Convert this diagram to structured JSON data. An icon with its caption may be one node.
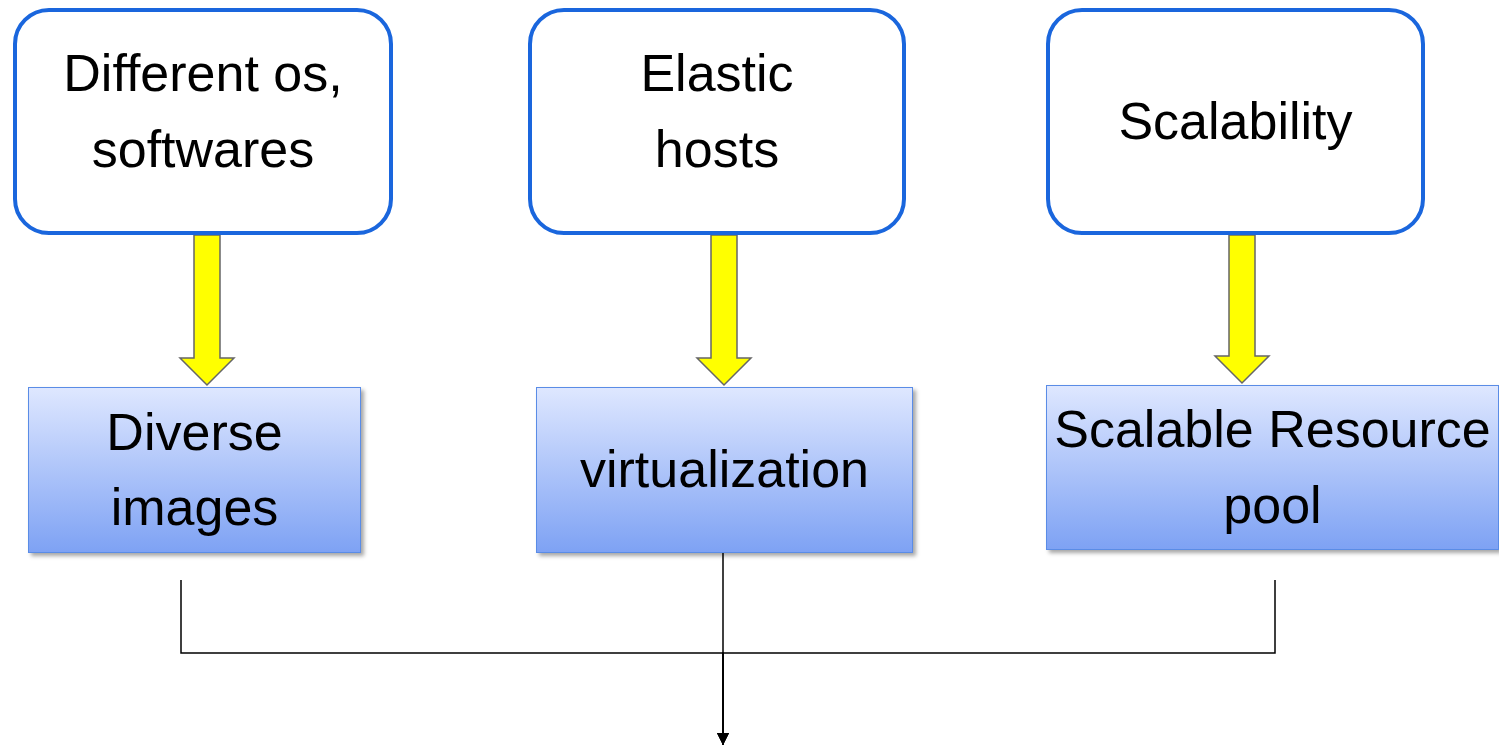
{
  "diagram": {
    "nodes": [
      {
        "text": [
          "Different os, softwares"
        ]
      },
      {
        "text": [
          "Elastic hosts"
        ]
      },
      {
        "text": [
          "Scalability"
        ]
      },
      {
        "text": [
          "Diverse images"
        ]
      },
      {
        "text": [
          "virtualization"
        ]
      },
      {
        "text": [
          "Scalable Resource pool"
        ]
      }
    ],
    "edges": [
      {
        "from": 0,
        "to": 3,
        "arrow": "to",
        "style": "thick",
        "color": "#ffff00"
      },
      {
        "from": 1,
        "to": 4,
        "arrow": "to",
        "style": "thick",
        "color": "#ffff00"
      },
      {
        "from": 2,
        "to": 5,
        "arrow": "to",
        "style": "thick",
        "color": "#ffff00"
      },
      {
        "from": 3,
        "to": null,
        "arrow": "to"
      },
      {
        "from": 4,
        "to": null,
        "arrow": "to"
      },
      {
        "from": 5,
        "to": null,
        "arrow": "to"
      }
    ]
  }
}
